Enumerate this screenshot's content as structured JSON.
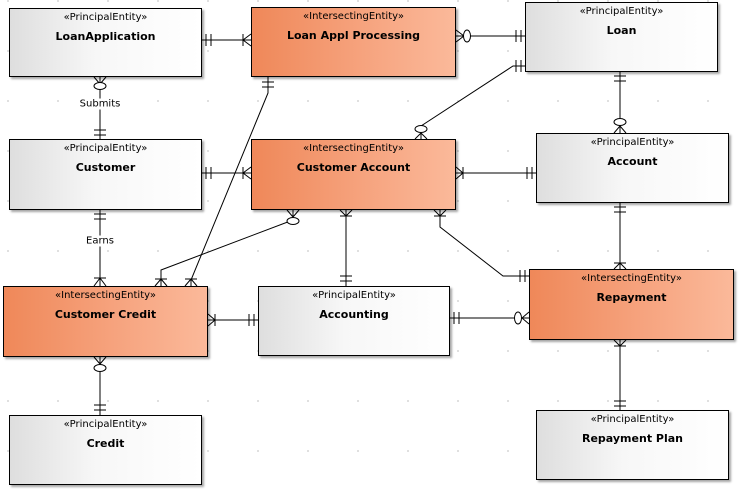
{
  "stereotypes": {
    "principal": "«PrincipalEntity»",
    "intersecting": "«IntersectingEntity»"
  },
  "entities": {
    "loan_application": "LoanApplication",
    "loan_appl_processing": "Loan Appl Processing",
    "loan": "Loan",
    "customer": "Customer",
    "customer_account": "Customer Account",
    "account": "Account",
    "customer_credit": "Customer Credit",
    "accounting": "Accounting",
    "repayment": "Repayment",
    "credit": "Credit",
    "repayment_plan": "Repayment Plan"
  },
  "relationship_labels": {
    "submits": "Submits",
    "earns": "Earns"
  },
  "colors": {
    "principal_fill": "#f5f5f5",
    "intersecting_fill": "#f4956a",
    "line": "#000000"
  }
}
